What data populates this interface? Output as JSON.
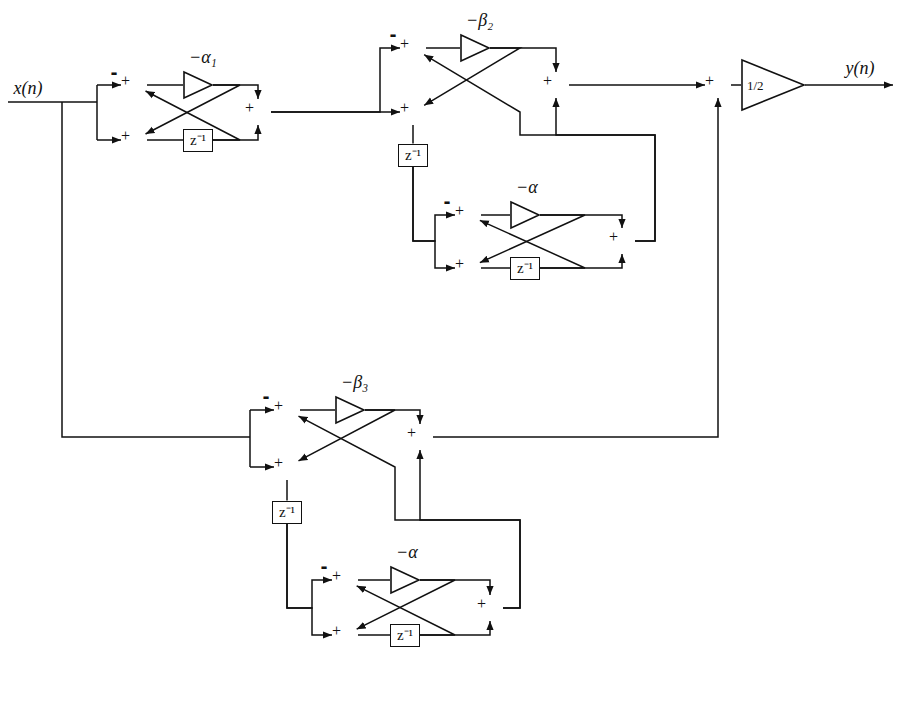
{
  "diagram": {
    "nodes": [
      {
        "text": [
          "+"
        ]
      },
      {
        "text": [
          "−α₁"
        ]
      },
      {
        "text": [
          "+"
        ]
      },
      {
        "text": [
          "+"
        ]
      },
      {
        "text": [
          "z⁻¹"
        ]
      },
      {
        "text": [
          "+"
        ]
      },
      {
        "text": [
          "−β₂"
        ]
      },
      {
        "text": [
          "+"
        ]
      },
      {
        "text": [
          "+"
        ]
      },
      {
        "text": [
          "1/2"
        ]
      },
      {
        "text": [
          "+"
        ]
      },
      {
        "text": [
          "z⁻¹"
        ]
      },
      {
        "text": [
          "+"
        ]
      },
      {
        "text": [
          "−α"
        ]
      },
      {
        "text": [
          "+"
        ]
      },
      {
        "text": [
          "+"
        ]
      },
      {
        "text": [
          "z⁻¹"
        ]
      },
      {
        "text": [
          "+"
        ]
      },
      {
        "text": [
          "−β₃"
        ]
      },
      {
        "text": [
          "+"
        ]
      },
      {
        "text": [
          "+"
        ]
      },
      {
        "text": [
          "z⁻¹"
        ]
      },
      {
        "text": [
          "+"
        ]
      },
      {
        "text": [
          "−α"
        ]
      },
      {
        "text": [
          "+"
        ]
      },
      {
        "text": [
          "+"
        ]
      },
      {
        "text": [
          "z⁻¹"
        ]
      }
    ],
    "edges": [
      {
        "from": 0,
        "to": 1,
        "arrow": "none"
      },
      {
        "from": 1,
        "to": 2,
        "arrow": "to"
      },
      {
        "from": 1,
        "to": 3,
        "arrow": "to"
      },
      {
        "from": 3,
        "to": 4,
        "arrow": "none"
      },
      {
        "from": 4,
        "to": 2,
        "arrow": "to"
      },
      {
        "from": 4,
        "to": 0,
        "arrow": "to"
      },
      {
        "from": 2,
        "to": 5,
        "arrow": "to"
      },
      {
        "from": 2,
        "to": 10,
        "arrow": "to"
      },
      {
        "from": 5,
        "to": 6,
        "arrow": "none"
      },
      {
        "from": 6,
        "to": 7,
        "arrow": "to"
      },
      {
        "from": 6,
        "to": 10,
        "arrow": "to"
      },
      {
        "from": 10,
        "to": 11,
        "arrow": "none"
      },
      {
        "from": 11,
        "to": 12,
        "arrow": "to"
      },
      {
        "from": 11,
        "to": 15,
        "arrow": "to"
      },
      {
        "from": 12,
        "to": 13,
        "arrow": "none"
      },
      {
        "from": 13,
        "to": 14,
        "arrow": "to"
      },
      {
        "from": 13,
        "to": 15,
        "arrow": "to"
      },
      {
        "from": 15,
        "to": 16,
        "arrow": "none"
      },
      {
        "from": 16,
        "to": 14,
        "arrow": "to"
      },
      {
        "from": 16,
        "to": 12,
        "arrow": "to"
      },
      {
        "from": 14,
        "to": 7,
        "arrow": "to"
      },
      {
        "from": 14,
        "to": 5,
        "arrow": "to"
      },
      {
        "from": 7,
        "to": 8,
        "arrow": "to"
      },
      {
        "from": 8,
        "to": 9,
        "arrow": "none"
      },
      {
        "from": 19,
        "to": 8,
        "arrow": "to"
      },
      {
        "from": 17,
        "to": 18,
        "arrow": "none"
      },
      {
        "from": 18,
        "to": 19,
        "arrow": "to"
      },
      {
        "from": 18,
        "to": 20,
        "arrow": "to"
      },
      {
        "from": 20,
        "to": 21,
        "arrow": "none"
      },
      {
        "from": 21,
        "to": 22,
        "arrow": "to"
      },
      {
        "from": 21,
        "to": 25,
        "arrow": "to"
      },
      {
        "from": 22,
        "to": 23,
        "arrow": "none"
      },
      {
        "from": 23,
        "to": 24,
        "arrow": "to"
      },
      {
        "from": 23,
        "to": 25,
        "arrow": "to"
      },
      {
        "from": 25,
        "to": 26,
        "arrow": "none"
      },
      {
        "from": 26,
        "to": 24,
        "arrow": "to"
      },
      {
        "from": 26,
        "to": 22,
        "arrow": "to"
      },
      {
        "from": 24,
        "to": 19,
        "arrow": "to"
      },
      {
        "from": 24,
        "to": 17,
        "arrow": "to"
      }
    ],
    "labels": [
      "x(n)",
      "-",
      "-",
      "y(n)",
      "-",
      "-",
      "-"
    ]
  }
}
